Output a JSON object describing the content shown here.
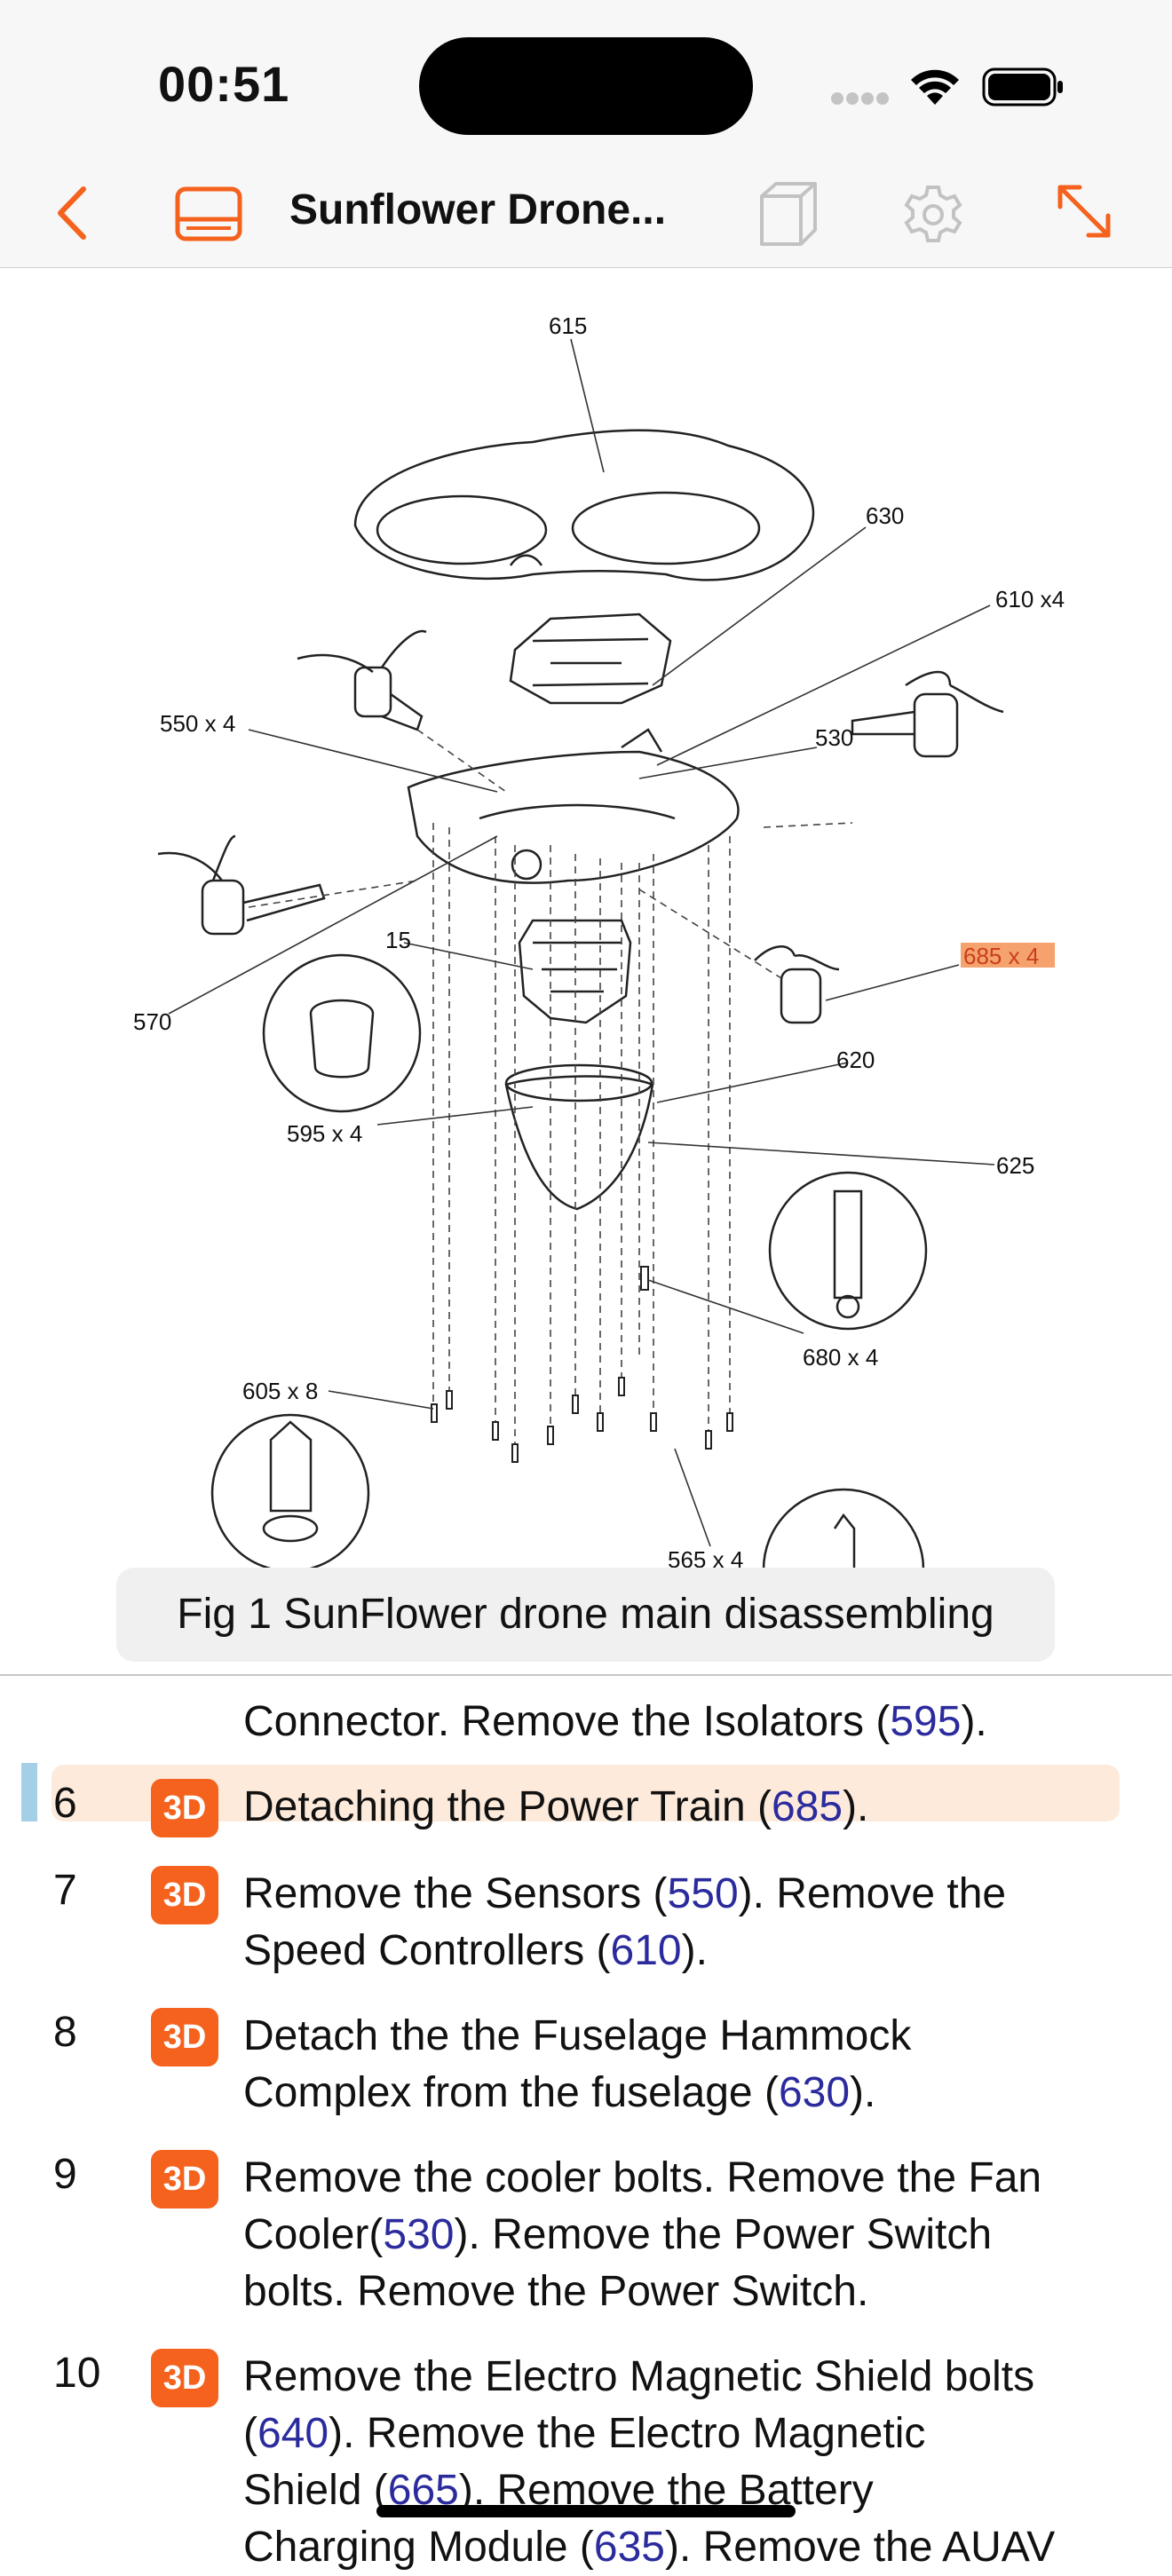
{
  "status_bar": {
    "time": "00:51"
  },
  "nav": {
    "title": "Sunflower Drone..."
  },
  "figure": {
    "caption": "Fig 1 SunFlower drone main disassembling",
    "callouts": {
      "c615": "615",
      "c630": "630",
      "c610": "610 x4",
      "c550": "550 x 4",
      "c530": "530",
      "c15": "15",
      "c685": "685 x 4",
      "c570": "570",
      "c620": "620",
      "c595": "595 x 4",
      "c625": "625",
      "c680": "680 x 4",
      "c605": "605 x 8",
      "c565": "565 x 4"
    }
  },
  "steps": {
    "partial": {
      "text_a": "Connector. Remove the Isolators (",
      "ref": "595",
      "text_b": ")."
    },
    "items": [
      {
        "num": "6",
        "badge": "3D",
        "text_a": "Detaching the Power Train (",
        "ref": "685",
        "text_b": ")."
      },
      {
        "num": "7",
        "badge": "3D",
        "text_a": "Remove the Sensors (",
        "ref": "550",
        "text_b": "). Remove the",
        "line2_a": "Speed Controllers (",
        "ref2": "610",
        "line2_b": ")."
      },
      {
        "num": "8",
        "badge": "3D",
        "text_a": "Detach the the Fuselage Hammock",
        "line2_a": "Complex from the fuselage (",
        "ref2": "630",
        "line2_b": ")."
      },
      {
        "num": "9",
        "badge": "3D",
        "text_a": "Remove the cooler bolts. Remove the Fan",
        "line2_a": "Cooler(",
        "ref2": "530",
        "line2_b": "). Remove the Power Switch",
        "line3": "bolts. Remove the Power Switch."
      },
      {
        "num": "10",
        "badge": "3D",
        "text_a": "Remove the Electro Magnetic Shield bolts",
        "line2_a": "(",
        "ref2": "640",
        "line2_b": "). Remove the Electro Magnetic",
        "line3_a": "Shield (",
        "ref3": "665",
        "line3_b": "). Remove the Battery",
        "line4_a": "Charging Module (",
        "ref4": "635",
        "line4_b": "). Remove the AUAV"
      }
    ]
  },
  "colors": {
    "accent": "#f4621e",
    "link": "#2b2b9e",
    "highlight": "#fdeadb"
  },
  "icons": [
    "back-chevron-icon",
    "sidebar-panel-icon",
    "cube-3d-icon",
    "gear-icon",
    "expand-arrows-icon",
    "cellular-signal-icon",
    "wifi-icon",
    "battery-icon"
  ]
}
